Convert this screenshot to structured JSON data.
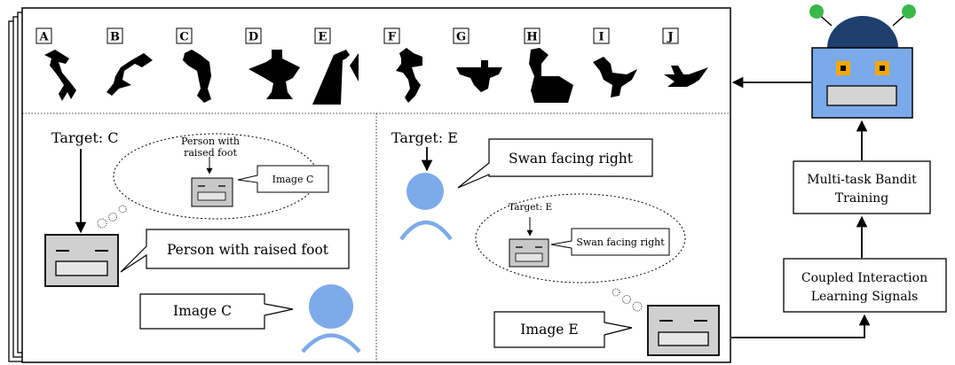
{
  "tangram_letters": [
    "A",
    "B",
    "C",
    "D",
    "E",
    "F",
    "G",
    "H",
    "I",
    "J"
  ],
  "left_panel": {
    "target": "Target: C",
    "thought_caption": "Person with\nraised foot",
    "thought_bubble_text": "Image C",
    "speaker_utterance": "Person with raised foot",
    "listener_reply": "Image C"
  },
  "right_panel": {
    "target": "Target: E",
    "speaker_utterance": "Swan facing right",
    "thought_target": "Target: E",
    "thought_bubble_text": "Swan facing right",
    "listener_reply": "Image E"
  },
  "bandit_box": "Multi-task Bandit\nTraining",
  "signals_box": "Coupled Interaction\nLearning Signals",
  "colors": {
    "human_blue": "#7eaaea",
    "robot_body": "#7baaea",
    "robot_head": "#1f3f6e",
    "robot_antenna": "#3cb84a",
    "robot_eye": "#f5a800",
    "robot_mouth": "#d4d4d4",
    "avatar_face": "#d0d0d0"
  }
}
